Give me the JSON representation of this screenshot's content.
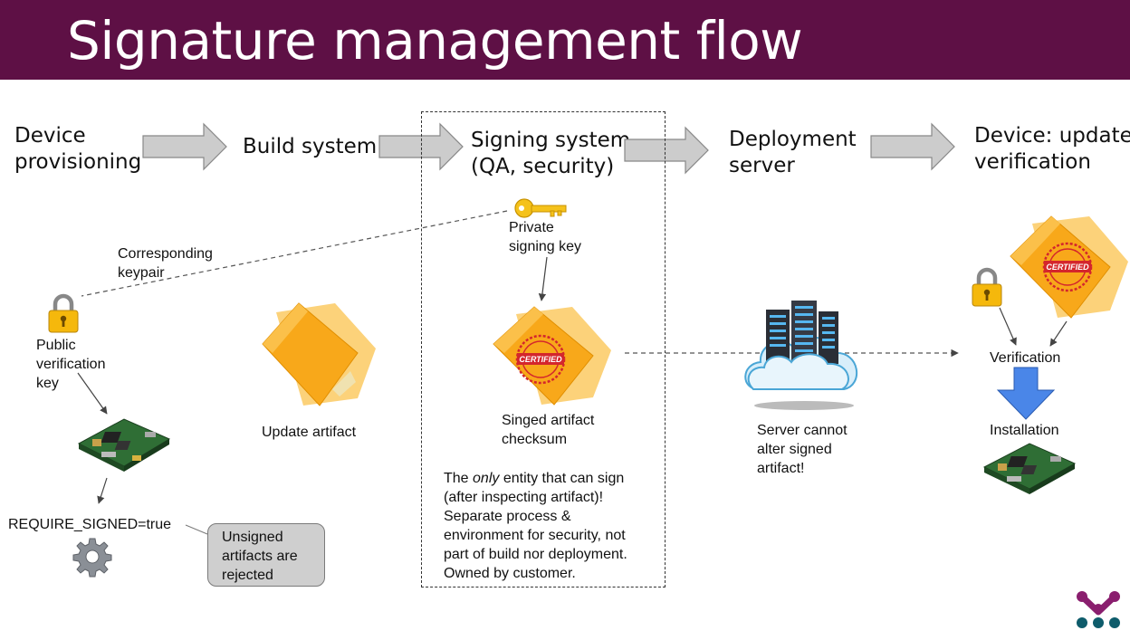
{
  "title": "Signature management flow",
  "stages": [
    {
      "line1": "Device",
      "line2": "provisioning"
    },
    {
      "line1": "Build system"
    },
    {
      "line1": "Signing system",
      "line2": "(QA, security)"
    },
    {
      "line1": "Deployment",
      "line2": "server"
    },
    {
      "line1": "Device: update",
      "line2": "verification"
    }
  ],
  "labels": {
    "keypair": [
      "Corresponding",
      "keypair"
    ],
    "public_key": [
      "Public",
      "verification",
      "key"
    ],
    "private_key": [
      "Private",
      "signing key"
    ],
    "update_artifact": "Update artifact",
    "signed_artifact": [
      "Singed artifact",
      "checksum"
    ],
    "server_note": [
      "Server cannot",
      "alter signed",
      "artifact!"
    ],
    "verification": "Verification",
    "installation": "Installation",
    "require_signed": "REQUIRE_SIGNED=true",
    "callout": [
      "Unsigned",
      "artifacts are",
      "rejected"
    ],
    "stamp_text": "CERTIFIED"
  },
  "signing_note": {
    "line1_pre": "The ",
    "line1_em": "only",
    "line1_post": " entity that can sign",
    "lines": [
      "(after inspecting artifact)!",
      "Separate process &",
      "environment for security, not",
      "part of build nor deployment.",
      "Owned by customer."
    ]
  },
  "colors": {
    "banner": "#5e1045",
    "arrow_fill": "#cccccc",
    "folder": "#f8a81a",
    "stamp": "#d4262c",
    "install_arrow": "#4a86e8",
    "logo_top": "#8a1e6e",
    "logo_bottom": "#0e5c6b"
  },
  "icons": [
    "lock-icon",
    "key-icon",
    "folder-icon",
    "certified-stamp-icon",
    "circuit-board-icon",
    "server-cloud-icon",
    "gear-icon",
    "logo-icon"
  ]
}
